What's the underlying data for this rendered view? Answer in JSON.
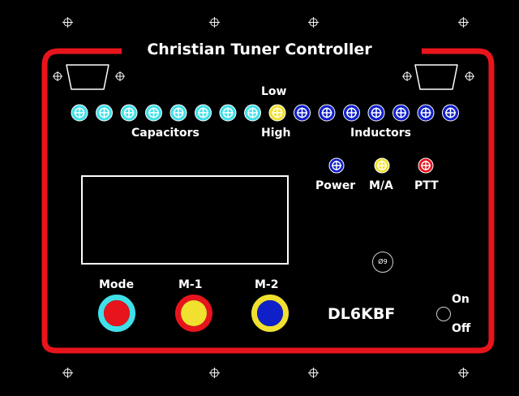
{
  "panel": {
    "title": "Christian Tuner Controller",
    "callsign": "DL6KBF"
  },
  "labels": {
    "low": "Low",
    "high": "High",
    "capacitors": "Capacitors",
    "inductors": "Inductors",
    "power": "Power",
    "ma": "M/A",
    "ptt": "PTT",
    "mode": "Mode",
    "m1": "M-1",
    "m2": "M-2",
    "on": "On",
    "off": "Off",
    "hole": "Ø9"
  },
  "colors": {
    "frame": "#e8141c",
    "capacitor_led": "#40e0e8",
    "selector_led": "#f0e030",
    "inductor_led": "#1020c8",
    "power_led": "#1020c8",
    "ma_led": "#f0e030",
    "ptt_led": "#e8141c",
    "mode_ring": "#40e0e8",
    "mode_center": "#e8141c",
    "m1_ring": "#e8141c",
    "m1_center": "#f0e030",
    "m2_ring": "#f0e030",
    "m2_center": "#1020c8"
  }
}
